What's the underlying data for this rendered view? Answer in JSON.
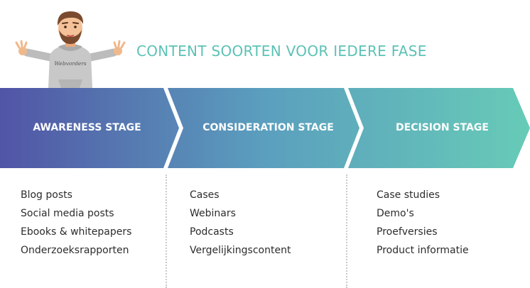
{
  "title": "CONTENT SOORTEN VOOR IEDERE FASE",
  "mascot": {
    "icon": "cartoon-man-shrugging-icon",
    "shirt_text": "Webvorders"
  },
  "colors": {
    "title": "#5cc2b6",
    "gradient_start": "#5155a5",
    "gradient_mid": "#5b9fbe",
    "gradient_end": "#67cbb7"
  },
  "stages": [
    {
      "label": "AWARENESS STAGE",
      "items": [
        "Blog posts",
        "Social media posts",
        "Ebooks & whitepapers",
        "Onderzoeksrapporten"
      ]
    },
    {
      "label": "CONSIDERATION STAGE",
      "items": [
        "Cases",
        "Webinars",
        "Podcasts",
        "Vergelijkingscontent"
      ]
    },
    {
      "label": "DECISION STAGE",
      "items": [
        "Case studies",
        "Demo's",
        "Proefversies",
        "Product informatie"
      ]
    }
  ]
}
